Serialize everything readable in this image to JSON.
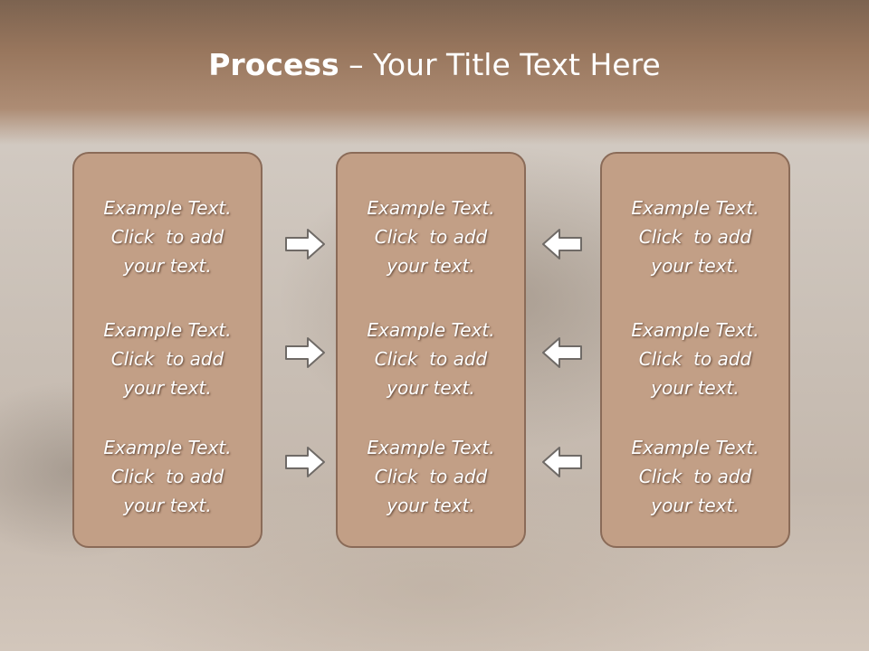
{
  "slide": {
    "title_strong": "Process",
    "title_rest": " – Your Title Text Here"
  },
  "columns": [
    {
      "items": [
        {
          "line1": "Example Text.",
          "line2": "Click  to add",
          "line3": "your text."
        },
        {
          "line1": "Example Text.",
          "line2": "Click  to add",
          "line3": "your text."
        },
        {
          "line1": "Example Text.",
          "line2": "Click  to add",
          "line3": "your text."
        }
      ]
    },
    {
      "items": [
        {
          "line1": "Example Text.",
          "line2": "Click  to add",
          "line3": "your text."
        },
        {
          "line1": "Example Text.",
          "line2": "Click  to add",
          "line3": "your text."
        },
        {
          "line1": "Example Text.",
          "line2": "Click  to add",
          "line3": "your text."
        }
      ]
    },
    {
      "items": [
        {
          "line1": "Example Text.",
          "line2": "Click  to add",
          "line3": "your text."
        },
        {
          "line1": "Example Text.",
          "line2": "Click  to add",
          "line3": "your text."
        },
        {
          "line1": "Example Text.",
          "line2": "Click  to add",
          "line3": "your text."
        }
      ]
    }
  ],
  "arrows": {
    "left_group": "arrow-right-icon",
    "right_group": "arrow-left-icon"
  },
  "colors": {
    "title_band": "#98765d",
    "card_fill": "#c29f86",
    "card_border": "#8a6b58",
    "text": "#ffffff"
  }
}
